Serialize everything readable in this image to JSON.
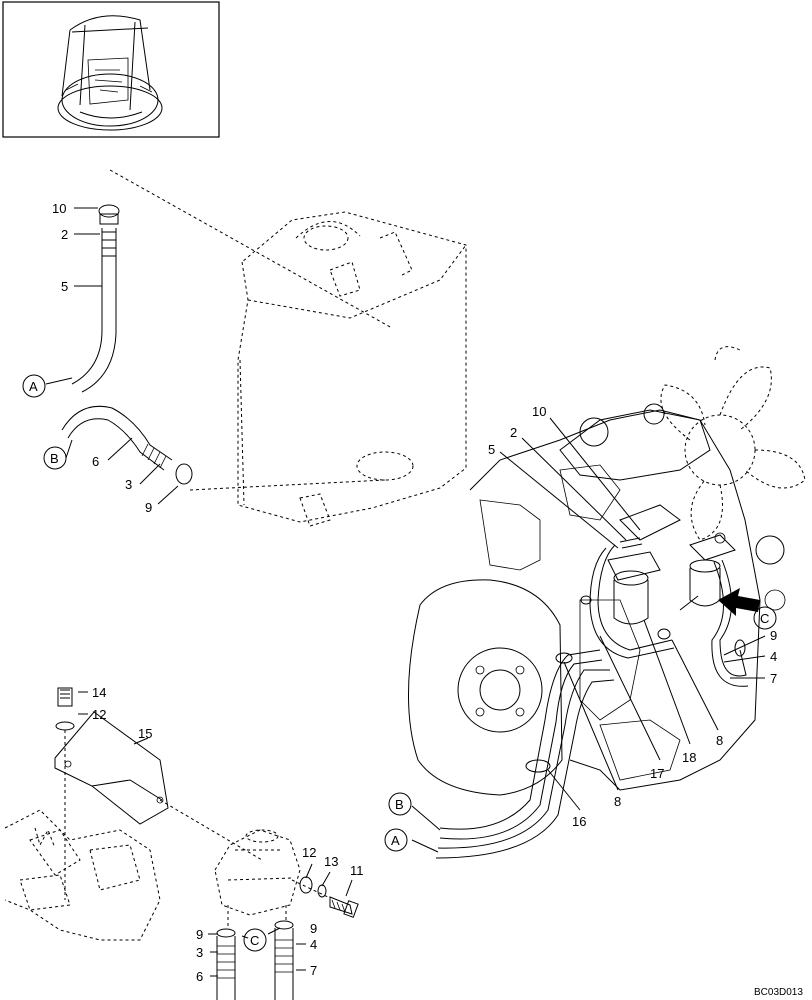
{
  "drawing_code": "BC03D013",
  "callouts": {
    "c_10a": "10",
    "c_2a": "2",
    "c_5a": "5",
    "c_A1": "A",
    "c_B1": "B",
    "c_6a": "6",
    "c_3a": "3",
    "c_9a": "9",
    "c_10b": "10",
    "c_2b": "2",
    "c_5b": "5",
    "c_9b": "9",
    "c_4b": "4",
    "c_7b": "7",
    "c_Cb": "C",
    "c_8b": "8",
    "c_18b": "18",
    "c_17b": "17",
    "c_8c": "8",
    "c_16b": "16",
    "c_Bb": "B",
    "c_Ab": "A",
    "c_14": "14",
    "c_12a": "12",
    "c_15": "15",
    "c_12b": "12",
    "c_13": "13",
    "c_11": "11",
    "c_9c": "9",
    "c_Cc": "C",
    "c_9d": "9",
    "c_3c": "3",
    "c_4c": "4",
    "c_6c": "6",
    "c_7c": "7"
  }
}
